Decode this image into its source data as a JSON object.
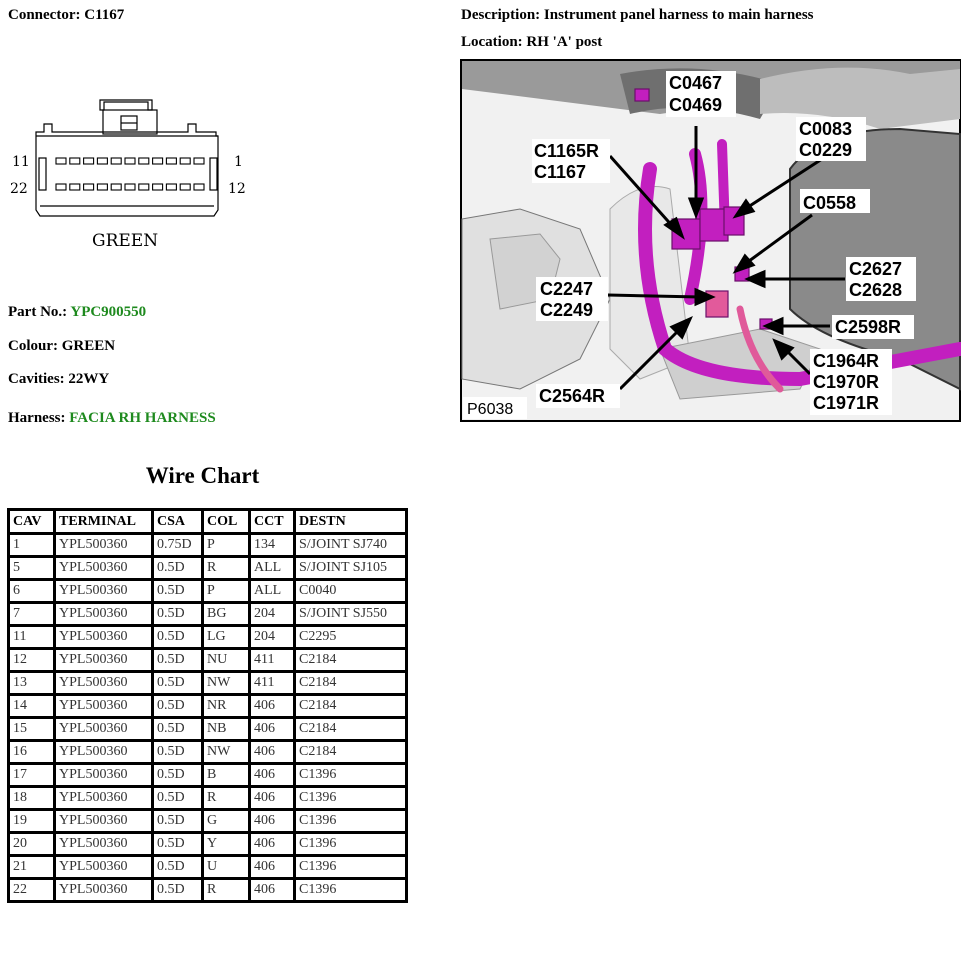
{
  "connector": {
    "label": "Connector:",
    "id": "C1167"
  },
  "description": {
    "label": "Description:",
    "value": "Instrument panel harness to main harness"
  },
  "location": {
    "label": "Location:",
    "value": "RH 'A' post"
  },
  "diagram": {
    "pin_top_left": "11",
    "pin_top_right": "1",
    "pin_bottom_left": "22",
    "pin_bottom_right": "12",
    "color_label": "GREEN"
  },
  "part_no": {
    "label": "Part No.:",
    "value": "YPC900550"
  },
  "colour": {
    "label": "Colour:",
    "value": "GREEN"
  },
  "cavities": {
    "label": "Cavities:",
    "value": "22WY"
  },
  "harness": {
    "label": "Harness:",
    "value": "FACIA RH HARNESS"
  },
  "photo": {
    "ref": "P6038",
    "callouts": {
      "c0467": "C0467",
      "c0469": "C0469",
      "c0083": "C0083",
      "c0229": "C0229",
      "c1165r": "C1165R",
      "c1167": "C1167",
      "c0558": "C0558",
      "c2627": "C2627",
      "c2628": "C2628",
      "c2247": "C2247",
      "c2249": "C2249",
      "c2598r": "C2598R",
      "c1964r": "C1964R",
      "c1970r": "C1970R",
      "c1971r": "C1971R",
      "c2564r": "C2564R"
    }
  },
  "wire_chart": {
    "title": "Wire Chart",
    "headers": [
      "CAV",
      "TERMINAL",
      "CSA",
      "COL",
      "CCT",
      "DESTN"
    ],
    "rows": [
      [
        "1",
        "YPL500360",
        "0.75D",
        "P",
        "134",
        "S/JOINT SJ740"
      ],
      [
        "5",
        "YPL500360",
        "0.5D",
        "R",
        "ALL",
        "S/JOINT SJ105"
      ],
      [
        "6",
        "YPL500360",
        "0.5D",
        "P",
        "ALL",
        "C0040"
      ],
      [
        "7",
        "YPL500360",
        "0.5D",
        "BG",
        "204",
        "S/JOINT SJ550"
      ],
      [
        "11",
        "YPL500360",
        "0.5D",
        "LG",
        "204",
        "C2295"
      ],
      [
        "12",
        "YPL500360",
        "0.5D",
        "NU",
        "411",
        "C2184"
      ],
      [
        "13",
        "YPL500360",
        "0.5D",
        "NW",
        "411",
        "C2184"
      ],
      [
        "14",
        "YPL500360",
        "0.5D",
        "NR",
        "406",
        "C2184"
      ],
      [
        "15",
        "YPL500360",
        "0.5D",
        "NB",
        "406",
        "C2184"
      ],
      [
        "16",
        "YPL500360",
        "0.5D",
        "NW",
        "406",
        "C2184"
      ],
      [
        "17",
        "YPL500360",
        "0.5D",
        "B",
        "406",
        "C1396"
      ],
      [
        "18",
        "YPL500360",
        "0.5D",
        "R",
        "406",
        "C1396"
      ],
      [
        "19",
        "YPL500360",
        "0.5D",
        "G",
        "406",
        "C1396"
      ],
      [
        "20",
        "YPL500360",
        "0.5D",
        "Y",
        "406",
        "C1396"
      ],
      [
        "21",
        "YPL500360",
        "0.5D",
        "U",
        "406",
        "C1396"
      ],
      [
        "22",
        "YPL500360",
        "0.5D",
        "R",
        "406",
        "C1396"
      ]
    ]
  },
  "colors": {
    "label_green": "#1e8a1e",
    "harness_magenta": "#c21fbf"
  }
}
